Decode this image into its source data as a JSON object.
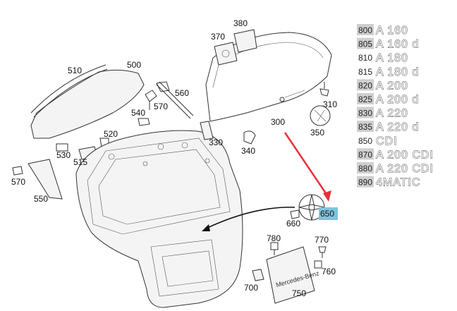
{
  "callouts": {
    "c380": "380",
    "c370": "370",
    "c500": "500",
    "c510": "510",
    "c560": "560",
    "c570a": "570",
    "c540": "540",
    "c520": "520",
    "c530": "530",
    "c515": "515",
    "c570b": "570",
    "c550": "550",
    "c330": "330",
    "c340": "340",
    "c300": "300",
    "c310": "310",
    "c350": "350",
    "c650": "650",
    "c660": "660",
    "c780": "780",
    "c770": "770",
    "c760": "760",
    "c700": "700",
    "c750": "750"
  },
  "highlight_color": "#7fc4dc",
  "arrow_color": "#e8303a",
  "plate_text": "Mercedes-Benz",
  "legend": [
    {
      "code": "800",
      "model": "A 160",
      "shaded": true
    },
    {
      "code": "805",
      "model": "A 160 d",
      "shaded": true
    },
    {
      "code": "810",
      "model": "A 180",
      "shaded": false
    },
    {
      "code": "815",
      "model": "A 180 d",
      "shaded": false
    },
    {
      "code": "820",
      "model": "A 200",
      "shaded": true
    },
    {
      "code": "825",
      "model": "A 200 d",
      "shaded": true
    },
    {
      "code": "830",
      "model": "A 220",
      "shaded": true
    },
    {
      "code": "835",
      "model": "A 220 d",
      "shaded": true
    },
    {
      "code": "850",
      "model": "CDI",
      "shaded": false
    },
    {
      "code": "870",
      "model": "A 200 CDI",
      "shaded": true
    },
    {
      "code": "880",
      "model": "A 220 CDI",
      "shaded": true
    },
    {
      "code": "890",
      "model": "4MATIC",
      "shaded": true
    }
  ]
}
